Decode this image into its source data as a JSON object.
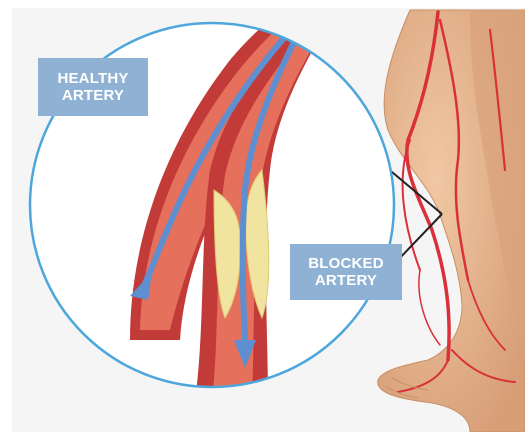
{
  "labels": {
    "healthy": {
      "line1": "HEALTHY",
      "line2": "ARTERY"
    },
    "blocked": {
      "line1": "BLOCKED",
      "line2": "ARTERY"
    }
  },
  "colors": {
    "label_bg": "#8fb2d4",
    "circle_border": "#4ea7dc",
    "artery_outer": "#c9413e",
    "artery_inner": "#e06a57",
    "flow_arrow": "#5e8fd1",
    "plaque": "#f1e3a0",
    "skin": "#e7b68f",
    "vein_red": "#d9303a"
  }
}
